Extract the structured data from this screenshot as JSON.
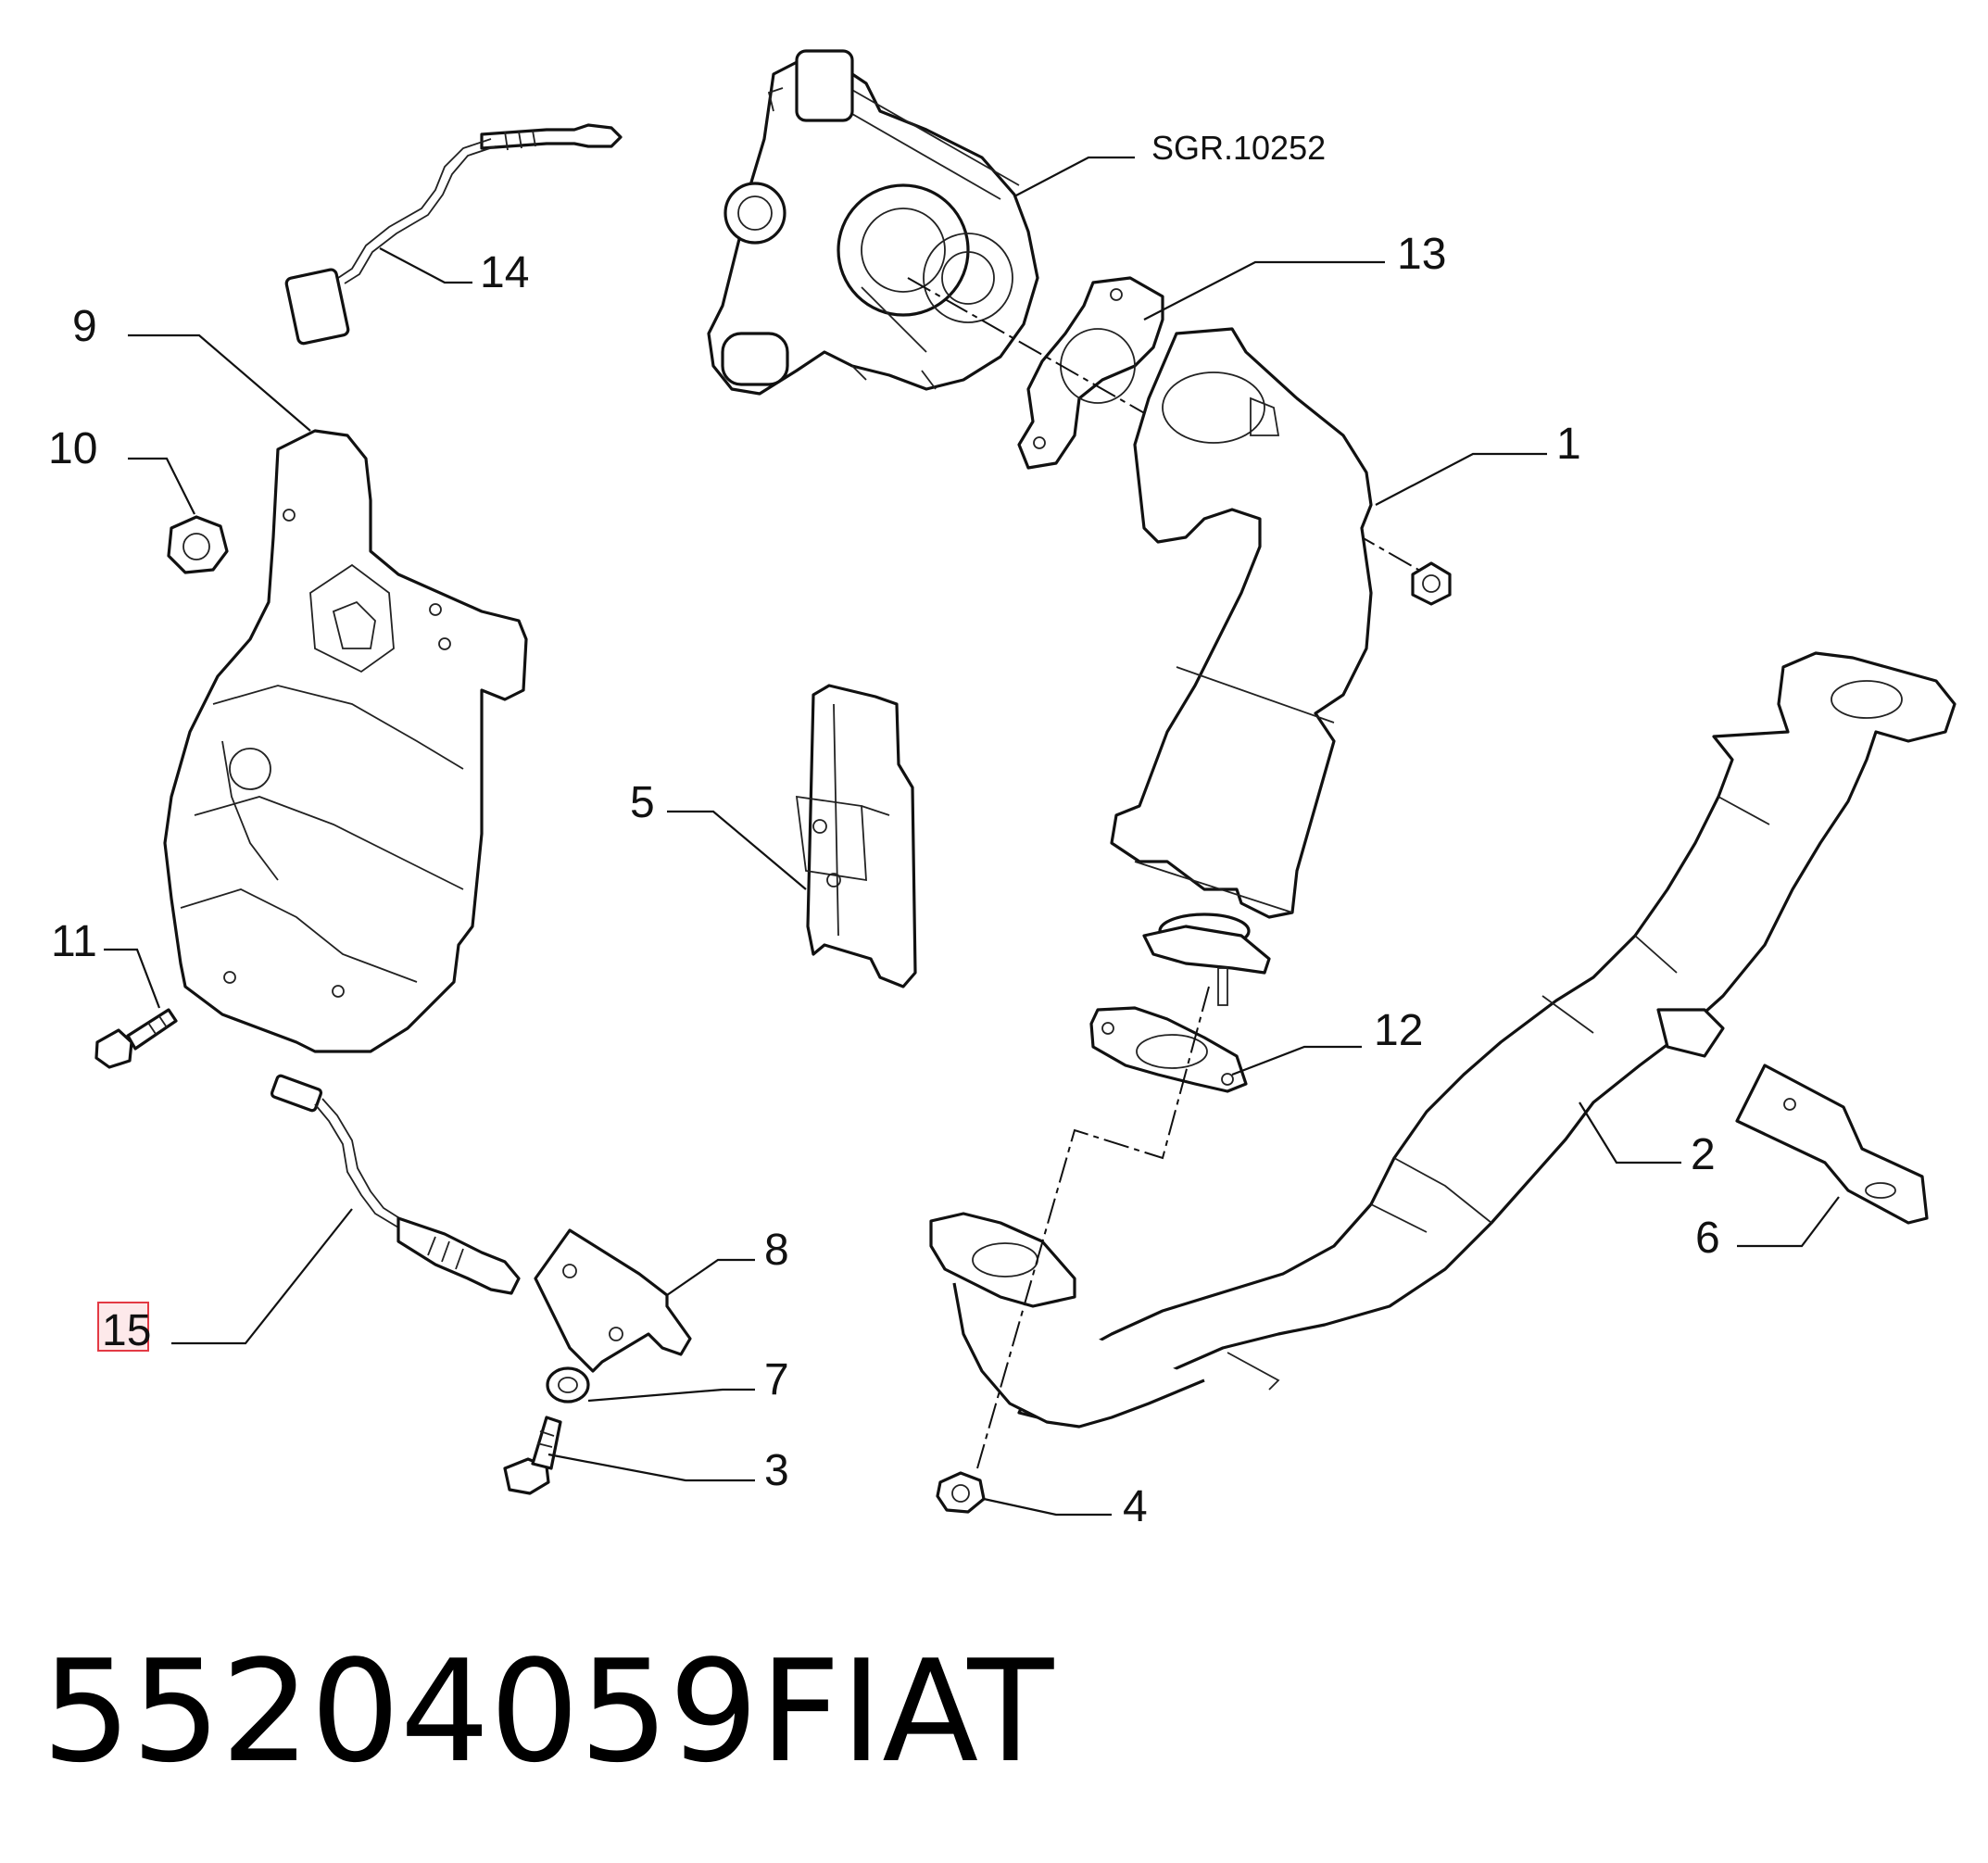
{
  "diagram": {
    "callouts": [
      {
        "id": "1",
        "label": "1"
      },
      {
        "id": "2",
        "label": "2"
      },
      {
        "id": "3",
        "label": "3"
      },
      {
        "id": "4",
        "label": "4"
      },
      {
        "id": "5",
        "label": "5"
      },
      {
        "id": "6",
        "label": "6"
      },
      {
        "id": "7",
        "label": "7"
      },
      {
        "id": "8",
        "label": "8"
      },
      {
        "id": "9",
        "label": "9"
      },
      {
        "id": "10",
        "label": "10"
      },
      {
        "id": "11",
        "label": "11"
      },
      {
        "id": "12",
        "label": "12"
      },
      {
        "id": "13",
        "label": "13"
      },
      {
        "id": "14",
        "label": "14"
      },
      {
        "id": "15",
        "label": "15",
        "highlighted": true
      }
    ],
    "reference": "SGR.10252"
  },
  "footer": {
    "part_number": "55204059",
    "brand": "FIAT"
  },
  "colors": {
    "ink": "#111111",
    "highlight_fill": "#fde9ea",
    "highlight_border": "#e33a44"
  }
}
